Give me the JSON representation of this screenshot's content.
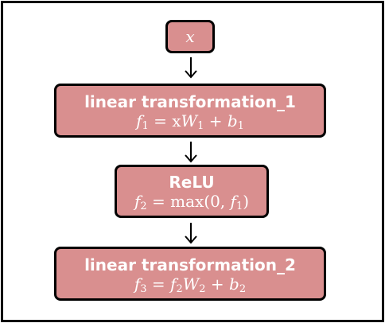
{
  "nodes": {
    "input": {
      "formula": "x"
    },
    "linear1": {
      "title": "linear transformation_1",
      "formula": {
        "lhs": "f",
        "lhs_sub": "1",
        "eq": " = x",
        "w": "W",
        "w_sub": "1",
        "plus": " + ",
        "b": "b",
        "b_sub": "1"
      }
    },
    "relu": {
      "title": "ReLU",
      "formula": {
        "lhs": "f",
        "lhs_sub": "2",
        "eq": " = max(0, ",
        "arg": "f",
        "arg_sub": "1",
        "close": ")"
      }
    },
    "linear2": {
      "title": "linear transformation_2",
      "formula": {
        "lhs": "f",
        "lhs_sub": "3",
        "eq": " = ",
        "f2": "f",
        "f2_sub": "2",
        "w": "W",
        "w_sub": "2",
        "plus": " + ",
        "b": "b",
        "b_sub": "2"
      }
    }
  },
  "colors": {
    "node_fill": "#d98f8f",
    "border": "#000000",
    "text": "#ffffff"
  }
}
